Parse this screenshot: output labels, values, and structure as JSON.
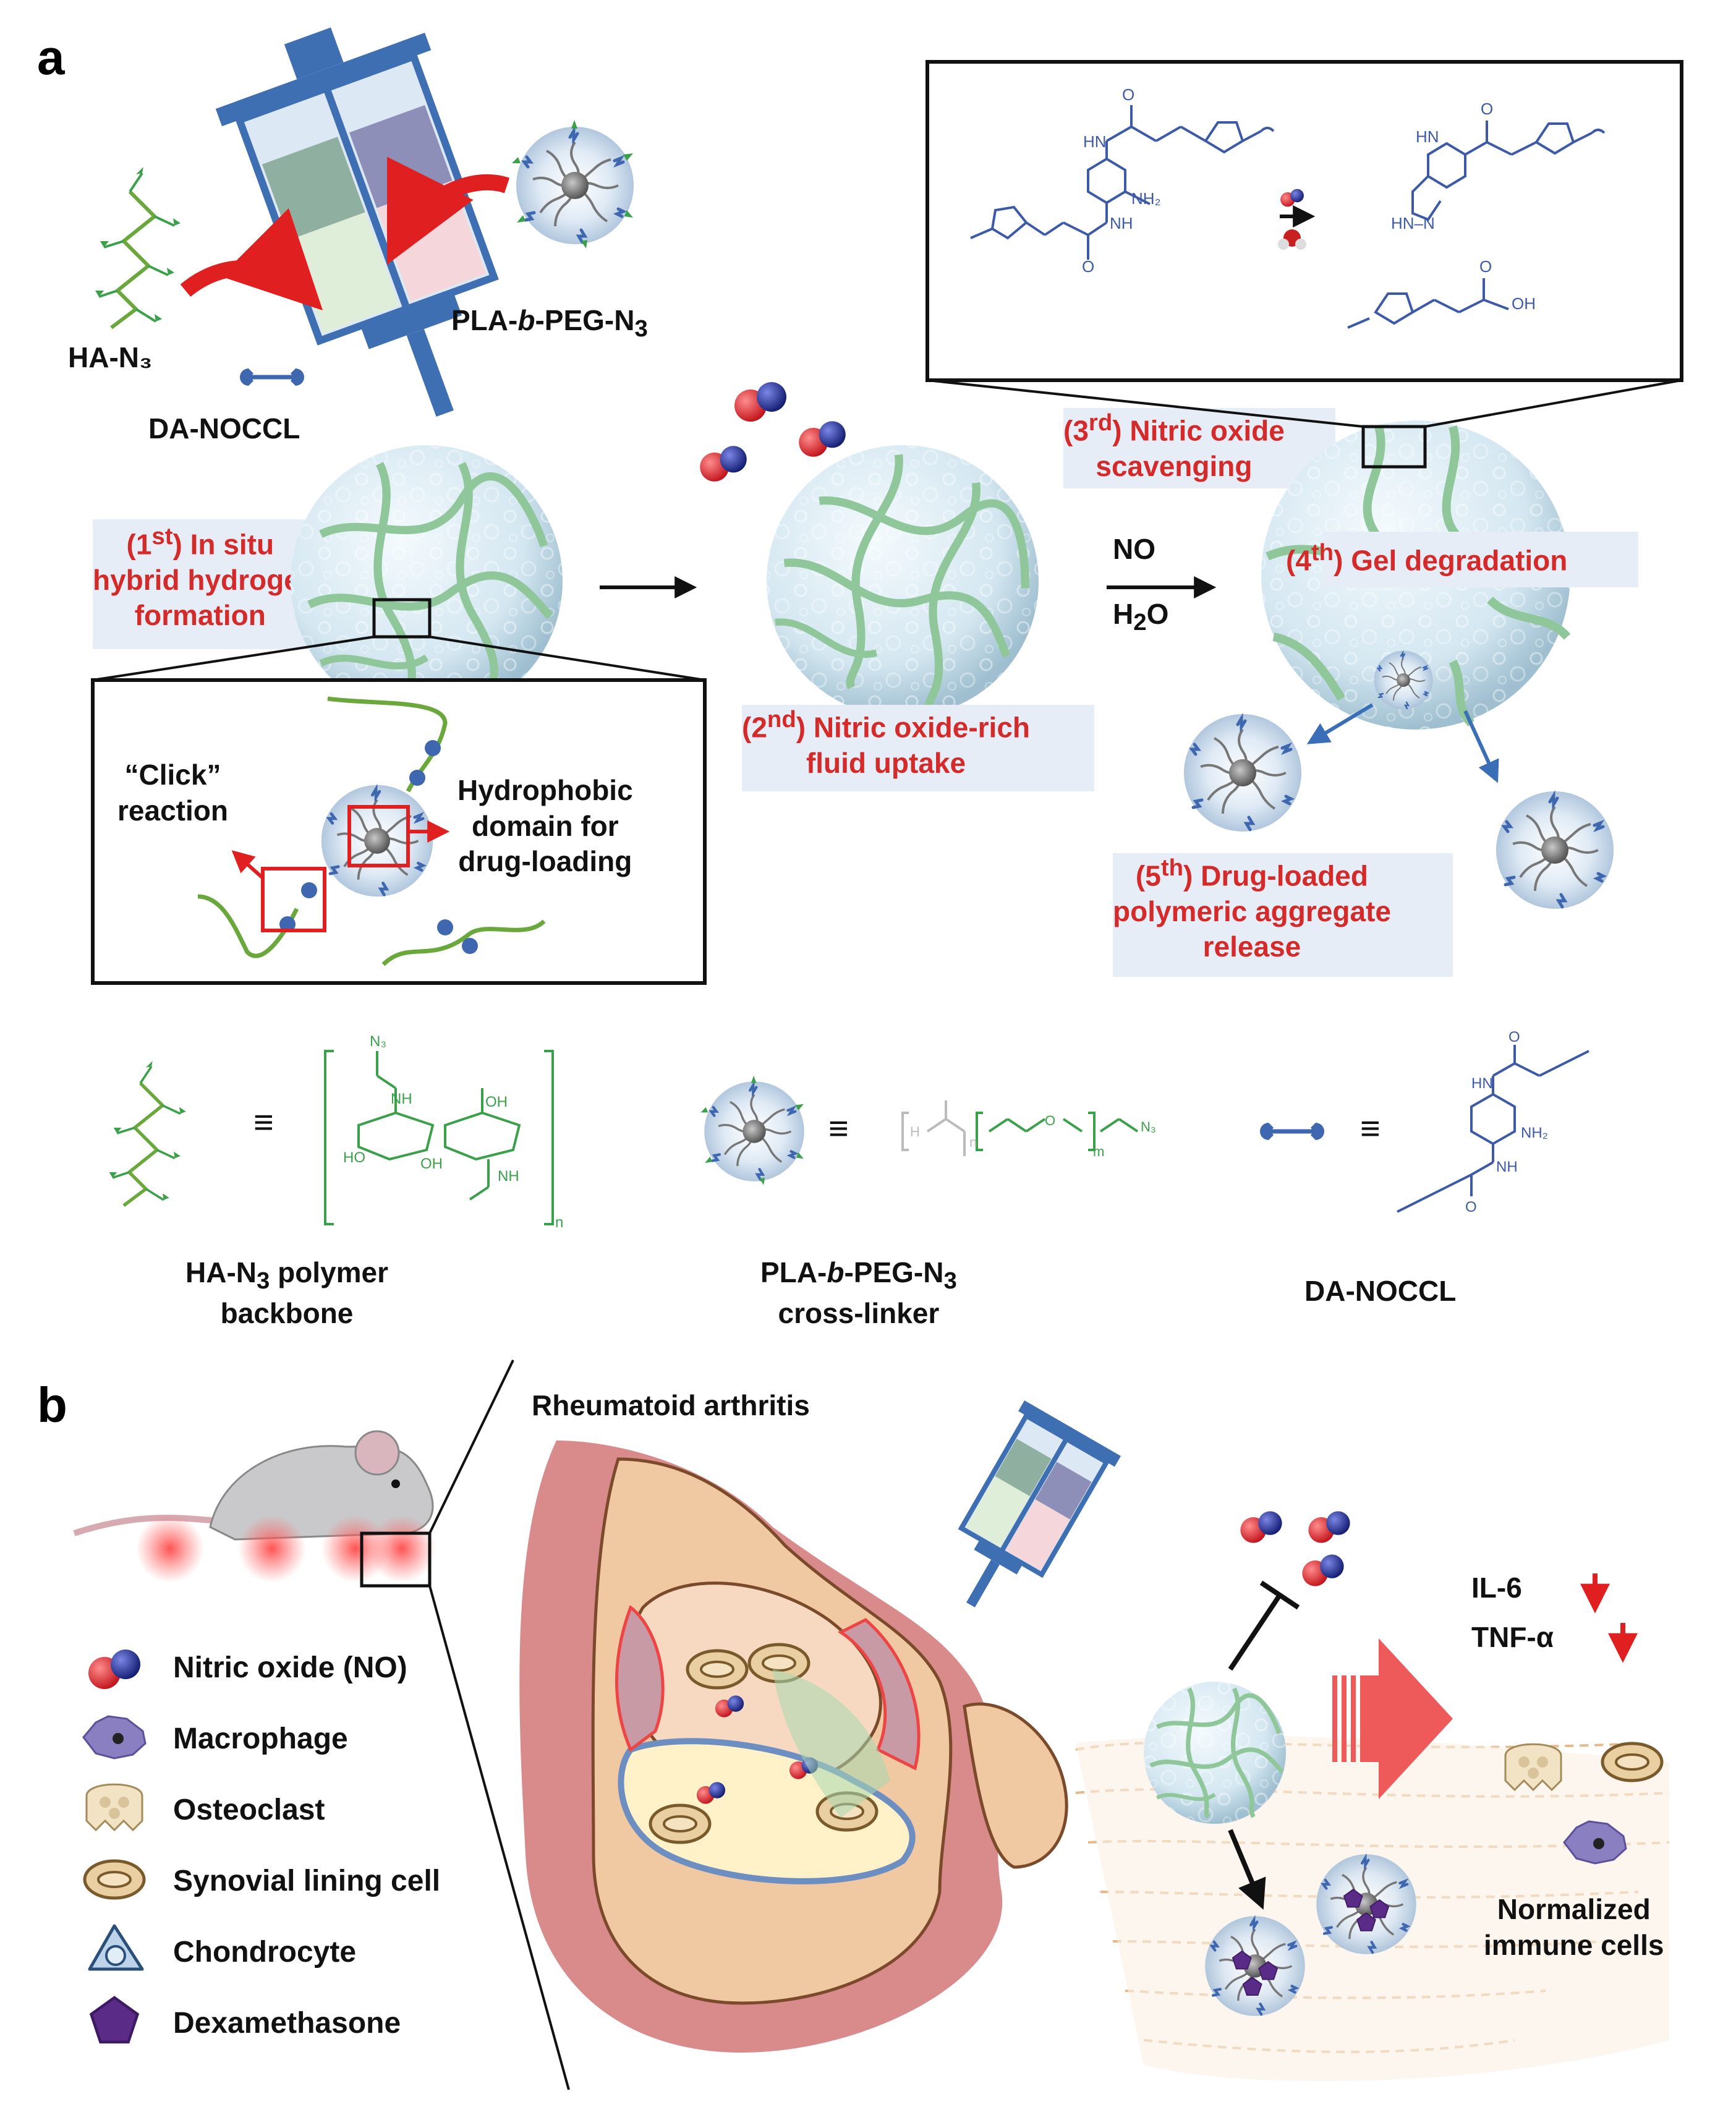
{
  "panels": {
    "a": "a",
    "b": "b"
  },
  "panel_a": {
    "ha_n3": "HA-N₃",
    "da_noccl": "DA-NOCCL",
    "pla_peg_n3_html": "PLA-<i>b</i>-PEG-N<sub>3</sub>",
    "step1_html": "(1<sup>st</sup>) In situ<br>hybrid hydrogel<br>formation",
    "step2_html": "(2<sup>nd</sup>) Nitric oxide-rich<br>fluid uptake",
    "step3_html": "(3<sup>rd</sup>) Nitric oxide<br>scavenging",
    "step4_html": "(4<sup>th</sup>) Gel degradation",
    "step5_html": "(5<sup>th</sup>) Drug-loaded<br>polymeric aggregate<br>release",
    "arrow_no": "NO",
    "arrow_h2o_html": "H<sub>2</sub>O",
    "click_reaction_html": "“Click”<br>reaction",
    "hydrophobic_html": "Hydrophobic<br>domain for<br>drug-loading",
    "equiv": "≡",
    "ha_backbone_html": "HA-N<sub>3</sub> polymer<br>backbone",
    "pla_crosslinker_html": "PLA-<i>b</i>-PEG-N<sub>3</sub><br>cross-linker",
    "da_noccl_bottom": "DA-NOCCL",
    "chem": {
      "n3": "N₃",
      "nh": "NH",
      "oh": "OH",
      "ho": "HO",
      "o": "O",
      "n": "n",
      "m": "m",
      "nh2": "NH₂",
      "hn": "HN",
      "hn_nn": "HN–N",
      "h": "H"
    }
  },
  "panel_b": {
    "title": "Rheumatoid arthritis",
    "legend": [
      {
        "icon": "nitric-oxide-icon",
        "label": "Nitric oxide (NO)"
      },
      {
        "icon": "macrophage-icon",
        "label": "Macrophage"
      },
      {
        "icon": "osteoclast-icon",
        "label": "Osteoclast"
      },
      {
        "icon": "synovial-lining-cell-icon",
        "label": "Synovial lining cell"
      },
      {
        "icon": "chondrocyte-icon",
        "label": "Chondrocyte"
      },
      {
        "icon": "dexamethasone-icon",
        "label": "Dexamethasone"
      }
    ],
    "il6": "IL-6",
    "tnf": "TNF-α",
    "normalized_html": "Normalized<br>immune cells"
  },
  "colors": {
    "red_text": "#d42a2a",
    "step_bg": "#e6edf6",
    "hydrogel_green": "#8fc79b",
    "no_red": "#e0262e",
    "no_blue": "#1d2f9a",
    "chem_blue": "#3d5aa8",
    "chem_green": "#3aa14a",
    "syringe_blue": "#3f6fb3",
    "joint_tan": "#f0c9a3",
    "tissue_pink": "#d98a8a"
  }
}
